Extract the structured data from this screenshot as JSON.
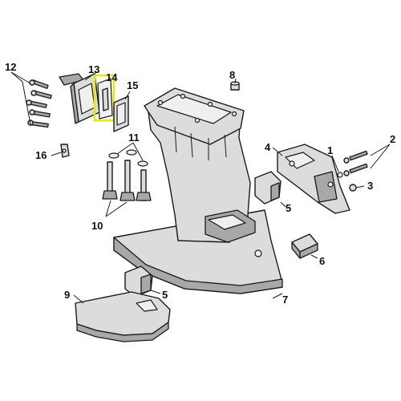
{
  "diagram": {
    "colors": {
      "highlight": "#e8e800",
      "part_fill": "#dcdcdc",
      "part_shadow": "#a8a8a8",
      "line": "#1a1a1a"
    },
    "callouts": {
      "c1": "1",
      "c2": "2",
      "c3": "3",
      "c4": "4",
      "c5a": "5",
      "c5b": "5",
      "c6": "6",
      "c7": "7",
      "c8": "8",
      "c9": "9",
      "c10": "10",
      "c11": "11",
      "c12": "12",
      "c13": "13",
      "c14": "14",
      "c15": "15",
      "c16": "16"
    },
    "highlighted_part": "14"
  }
}
